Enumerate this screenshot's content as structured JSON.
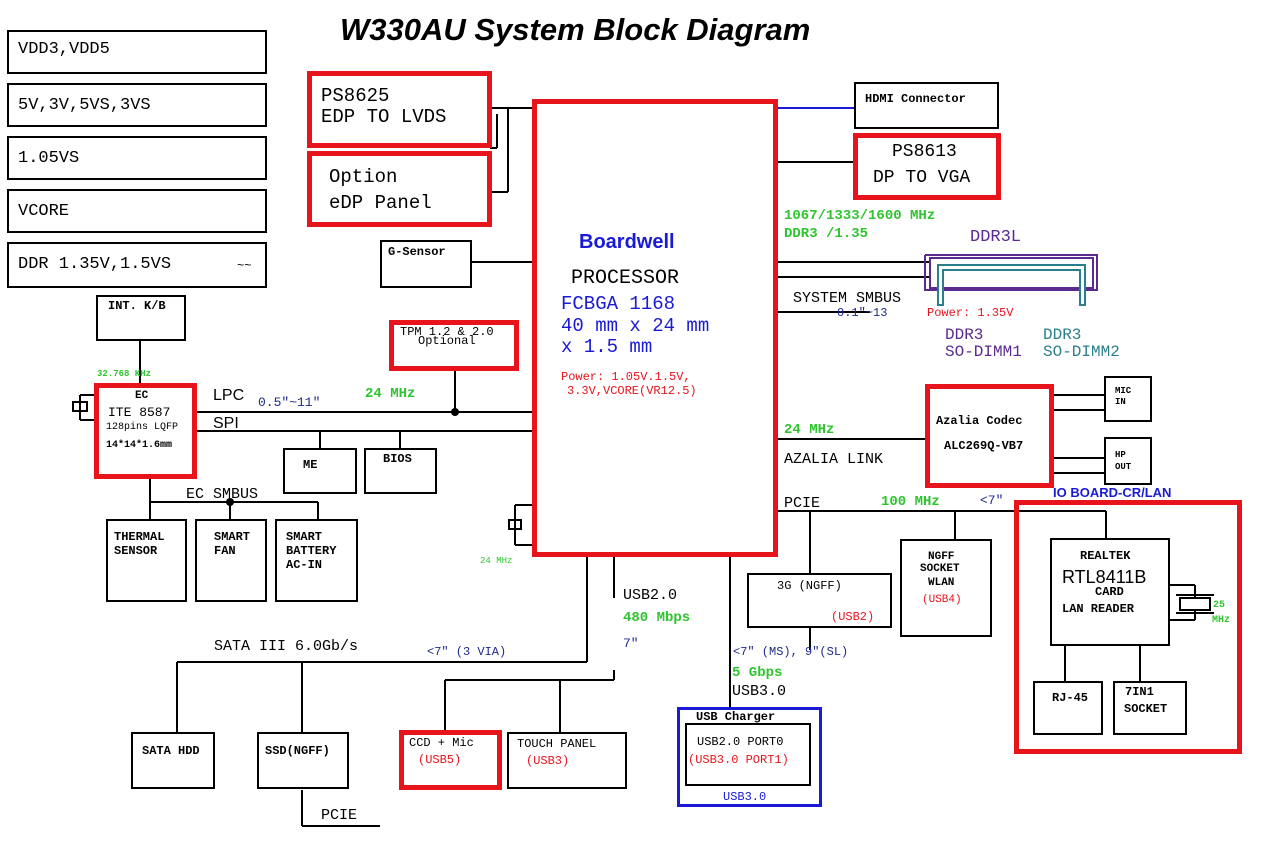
{
  "title": "W330AU System Block Diagram",
  "power_rails": [
    "VDD3,VDD5",
    "5V,3V,5VS,3VS",
    "1.05VS",
    "VCORE",
    "DDR 1.35V,1.5VS"
  ],
  "power_rail_mark": "~~",
  "processor": {
    "name": "Boardwell",
    "type": "PROCESSOR",
    "package": "FCBGA 1168",
    "size1": "40 mm x 24 mm",
    "size2": "x 1.5 mm",
    "power1": "Power: 1.05V.1.5V,",
    "power2": "3.3V,VCORE(VR12.5)"
  },
  "ps8625": {
    "line1": "PS8625",
    "line2": "EDP TO LVDS"
  },
  "edp_panel": {
    "line1": "Option",
    "line2": "eDP Panel"
  },
  "hdmi": "HDMI Connector",
  "ps8613": {
    "line1": "PS8613",
    "line2": "DP TO VGA"
  },
  "ddr": {
    "freq": "1067/1333/1600 MHz",
    "type": "DDR3 /1.35",
    "label": "DDR3L",
    "smbus": "SYSTEM SMBUS",
    "smbus_len": "0.1\"~13",
    "power": "Power: 1.35V",
    "dimm1a": "DDR3",
    "dimm1b": "SO-DIMM1",
    "dimm2a": "DDR3",
    "dimm2b": "SO-DIMM2"
  },
  "gsensor": "G-Sensor",
  "kb": "INT. K/B",
  "tpm": {
    "line1": "TPM 1.2 & 2.0",
    "line2": "Optional"
  },
  "ec": {
    "crystal": "32.768 KHz",
    "label": "EC",
    "chip": "ITE 8587",
    "pkg": "128pins LQFP",
    "dim": "14*14*1.6mm",
    "lpc": "LPC",
    "lpc_len": "0.5\"~11\"",
    "lpc_freq": "24 MHz",
    "spi": "SPI",
    "smbus": "EC SMBUS"
  },
  "me": "ME",
  "bios": "BIOS",
  "thermal": {
    "line1": "THERMAL",
    "line2": "SENSOR"
  },
  "fan": {
    "line1": "SMART",
    "line2": "FAN"
  },
  "battery": {
    "line1": "SMART",
    "line2": "BATTERY",
    "line3": "AC-IN"
  },
  "cpu_crystal": "24 MHz",
  "audio": {
    "freq": "24 MHz",
    "link": "AZALIA LINK",
    "codec1": "Azalia Codec",
    "codec2": "ALC269Q-VB7",
    "mic1": "MIC",
    "mic2": "IN",
    "hp1": "HP",
    "hp2": "OUT"
  },
  "pcie": {
    "label": "PCIE",
    "freq": "100 MHz",
    "len": "<7\""
  },
  "io_board": "IO BOARD-CR/LAN",
  "realtek": {
    "vendor": "REALTEK",
    "chip": "RTL8411B",
    "l1": "CARD",
    "l2": "LAN READER",
    "crystal1": "25",
    "crystal2": "MHz"
  },
  "rj45": "RJ-45",
  "socket7": {
    "line1": "7IN1",
    "line2": "SOCKET"
  },
  "wlan": {
    "l1": "NGFF",
    "l2": "SOCKET",
    "l3": "WLAN",
    "l4": "(USB4)"
  },
  "g3": {
    "l1": "3G (NGFF)",
    "l2": "(USB2)"
  },
  "usb": {
    "label": "USB2.0",
    "speed": "480 Mbps",
    "len": "7\"",
    "len2": "<7\" (MS), 9\"(SL)",
    "speed3": "5 Gbps",
    "label3": "USB3.0"
  },
  "charger": {
    "title": "USB Charger",
    "l1": "USB2.0 PORT0",
    "l2": "(USB3.0 PORT1)",
    "foot": "USB3.0"
  },
  "sata": {
    "label": "SATA III 6.0Gb/s",
    "len": "<7\" (3 VIA)"
  },
  "hdd": "SATA HDD",
  "ssd": "SSD(NGFF)",
  "ssd_pcie": "PCIE",
  "ccd": {
    "l1": "CCD + Mic",
    "l2": "(USB5)"
  },
  "touch": {
    "l1": "TOUCH PANEL",
    "l2": "(USB3)"
  },
  "colors": {
    "red": "#e8141c",
    "blue": "#1a1ad6",
    "green": "#2fc42f",
    "purple": "#5a2a90",
    "teal": "#2a7f8a"
  }
}
